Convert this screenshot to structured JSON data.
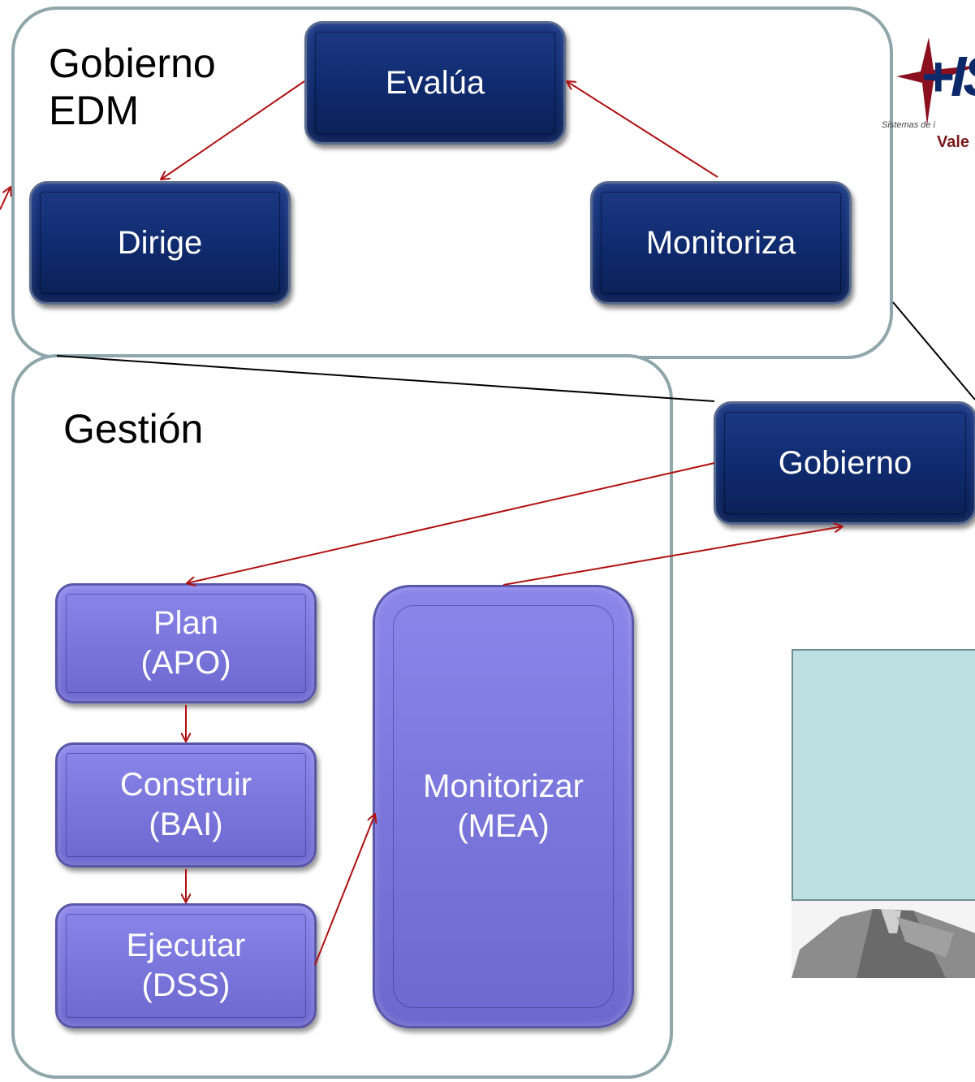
{
  "groups": {
    "gobierno": {
      "title_line1": "Gobierno",
      "title_line2": "EDM"
    },
    "gestion": {
      "title": "Gestión"
    }
  },
  "nodes": {
    "evalua": "Evalúa",
    "dirige": "Dirige",
    "monitoriza": "Monitoriza",
    "gobierno": "Gobierno",
    "plan": {
      "line1": "Plan",
      "line2": "(APO)"
    },
    "construir": {
      "line1": "Construir",
      "line2": "(BAI)"
    },
    "ejecutar": {
      "line1": "Ejecutar",
      "line2": "(DSS)"
    },
    "monitorizar": {
      "line1": "Monitorizar",
      "line2": "(MEA)"
    }
  },
  "logo": {
    "mark": "+IS",
    "tagline": "Sistemas de i",
    "sub": "Vale"
  },
  "colors": {
    "dark_node": "#0f2a6d",
    "light_node": "#7a76dc",
    "arrow": "#b01010",
    "connector": "#000000",
    "group_border": "#8fa6aa"
  }
}
